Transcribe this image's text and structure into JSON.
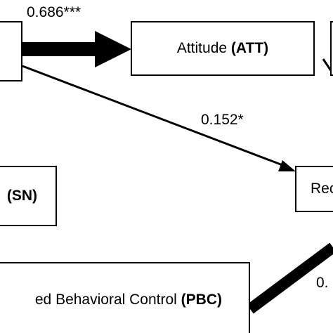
{
  "nodes": {
    "left_top": {
      "text": ""
    },
    "att": {
      "name": "Attitude ",
      "abbr": "(ATT)"
    },
    "right_top": {
      "text": ""
    },
    "sn": {
      "name": "",
      "abbr": "(SN)"
    },
    "rec": {
      "name": "Rec",
      "abbr": ""
    },
    "pbc": {
      "name": "ed Behavioral Control ",
      "abbr": "(PBC)"
    }
  },
  "edges": {
    "to_att": {
      "label": "0.686***"
    },
    "to_rec": {
      "label": "0.152*"
    },
    "pbc_to_rec": {
      "label": "0."
    }
  },
  "colors": {
    "line": "#000000",
    "background": "#ffffff"
  }
}
